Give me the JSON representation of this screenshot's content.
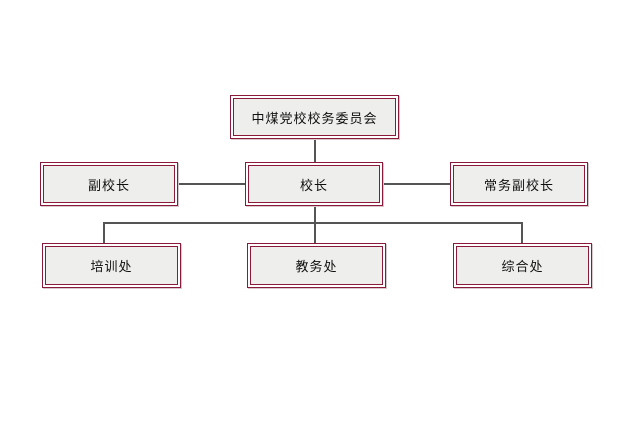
{
  "org_chart": {
    "top": {
      "label": "中煤党校校务委员会"
    },
    "head": {
      "label": "校长"
    },
    "deputy_left": {
      "label": "副校长"
    },
    "deputy_right": {
      "label": "常务副校长"
    },
    "departments": [
      {
        "label": "培训处"
      },
      {
        "label": "教务处"
      },
      {
        "label": "综合处"
      }
    ]
  },
  "colors": {
    "border": "#8b1a3a",
    "box_fill": "#eeeeec",
    "line": "#555555"
  }
}
